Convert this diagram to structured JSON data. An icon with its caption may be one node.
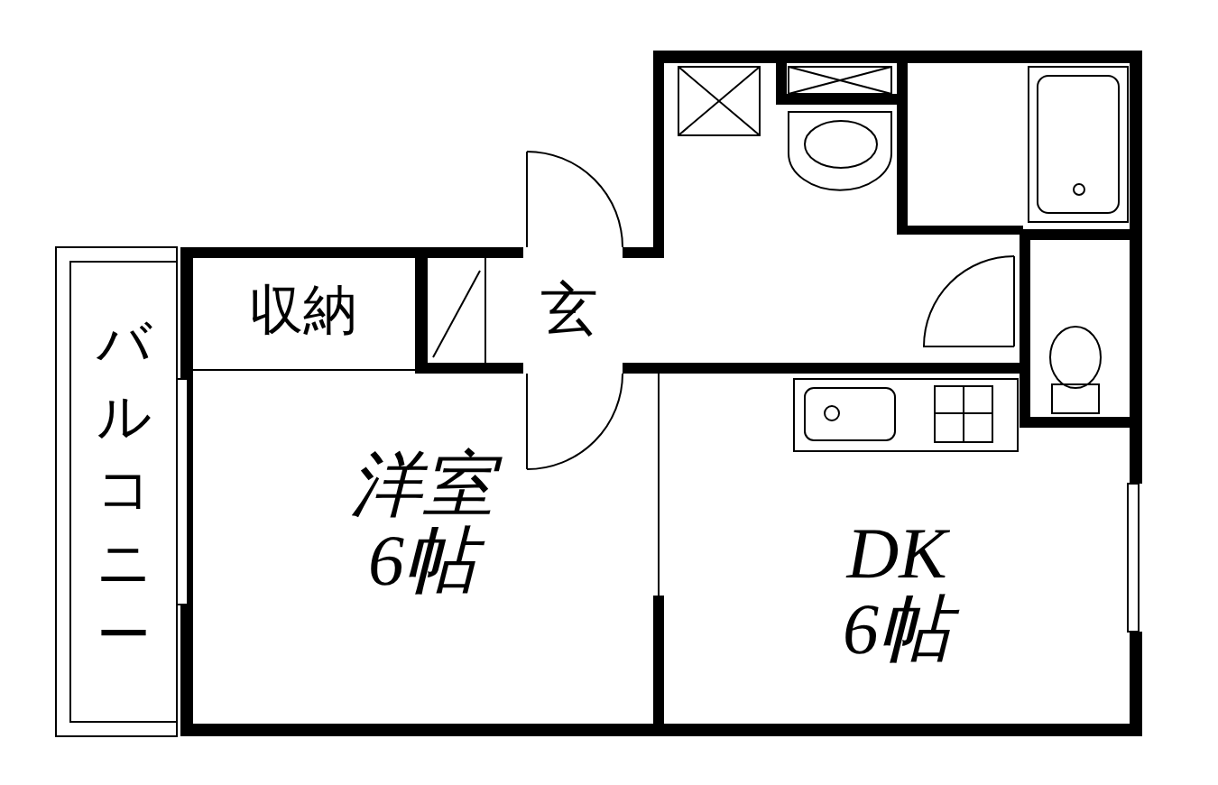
{
  "diagram": {
    "nodes": [
      {
        "text": [
          "バルコニー"
        ]
      },
      {
        "text": [
          "収納"
        ]
      },
      {
        "text": [
          "玄"
        ]
      },
      {
        "text": [
          "洋室",
          "6帖"
        ]
      },
      {
        "text": [
          "DK",
          "6帖"
        ]
      }
    ]
  }
}
